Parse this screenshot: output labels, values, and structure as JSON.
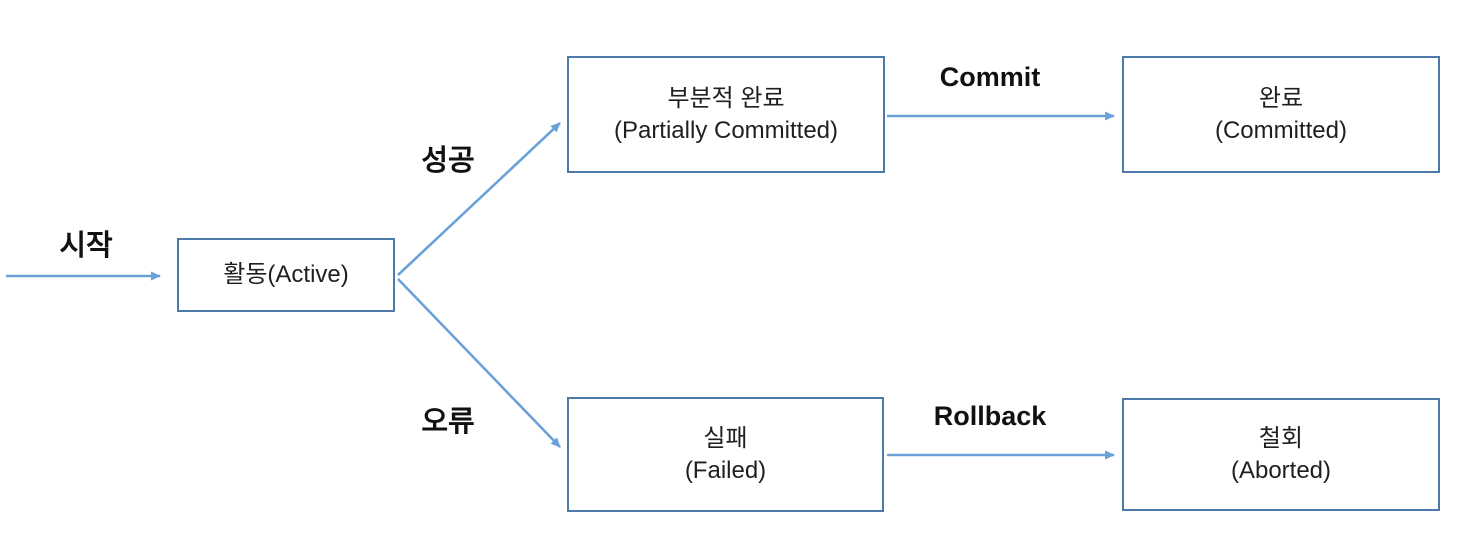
{
  "colors": {
    "arrow": "#6ba1d9",
    "box_border": "#4d7aa9",
    "text": "#1f1f1f",
    "background": "#ffffff"
  },
  "diagram": {
    "type": "state-transition-diagram",
    "nodes": {
      "active": {
        "label": "활동(Active)"
      },
      "partially_committed": {
        "line1": "부분적 완료",
        "line2": "(Partially Committed)"
      },
      "committed": {
        "line1": "완료",
        "line2": "(Committed)"
      },
      "failed": {
        "line1": "실패",
        "line2": "(Failed)"
      },
      "aborted": {
        "line1": "철회",
        "line2": "(Aborted)"
      }
    },
    "edge_labels": {
      "start": "시작",
      "success": "성공",
      "error": "오류",
      "commit": "Commit",
      "rollback": "Rollback"
    },
    "edges": [
      {
        "from": "start",
        "to": "active",
        "label": "시작"
      },
      {
        "from": "active",
        "to": "partially_committed",
        "label": "성공"
      },
      {
        "from": "active",
        "to": "failed",
        "label": "오류"
      },
      {
        "from": "partially_committed",
        "to": "committed",
        "label": "Commit"
      },
      {
        "from": "failed",
        "to": "aborted",
        "label": "Rollback"
      }
    ]
  }
}
